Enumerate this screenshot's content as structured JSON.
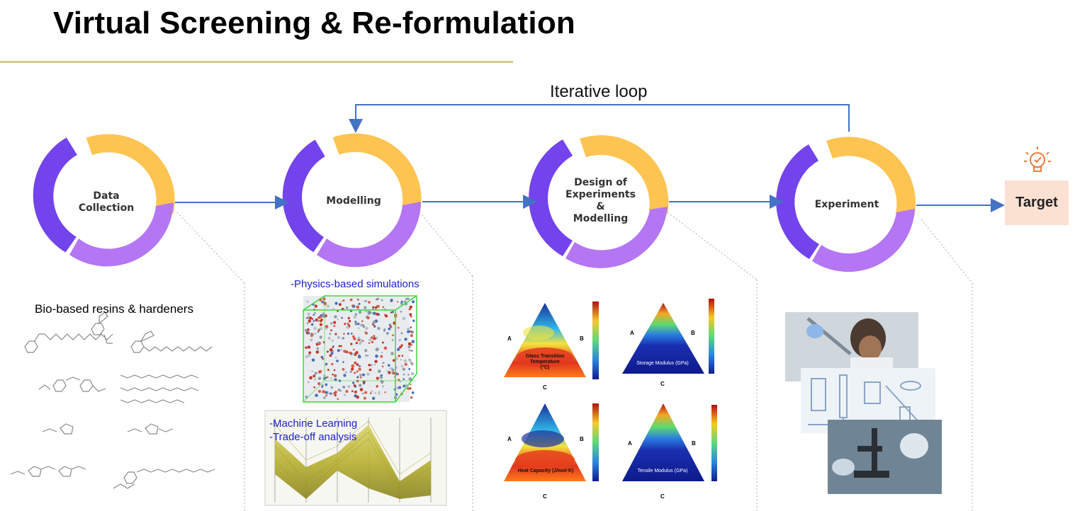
{
  "title": "Virtual Screening & Re-formulation",
  "loop_label": "Iterative loop",
  "stages": [
    {
      "lines": [
        "Data",
        "Collection"
      ]
    },
    {
      "lines": [
        "Modelling"
      ]
    },
    {
      "lines": [
        "Design of",
        "Experiments",
        "&",
        "Modelling"
      ]
    },
    {
      "lines": [
        "Experiment"
      ]
    }
  ],
  "target_label": "Target",
  "panels": {
    "resins_title": "Bio-based resins & hardeners",
    "physics_label": "-Physics-based simulations",
    "ml_label_1": "-Machine Learning",
    "ml_label_2": "-Trade-off analysis"
  },
  "ternary_plots": [
    {
      "label_lines": [
        "Glass Transition",
        "Temperature",
        "(°C)"
      ],
      "vertex_left": "A",
      "vertex_right": "B",
      "vertex_bottom": "C"
    },
    {
      "label_lines": [
        "Storage Modulus (GPa)"
      ],
      "vertex_left": "A",
      "vertex_right": "B",
      "vertex_bottom": "C"
    },
    {
      "label_lines": [
        "Heat Capacity (J/mol·K)"
      ],
      "vertex_left": "A",
      "vertex_right": "B",
      "vertex_bottom": "C"
    },
    {
      "label_lines": [
        "Tensile Modulus (GPa)"
      ],
      "vertex_left": "A",
      "vertex_right": "B",
      "vertex_bottom": "C"
    }
  ],
  "colors": {
    "ring_purple": "#7343ec",
    "ring_lilac": "#b476f3",
    "ring_yellow": "#fdc452",
    "arrow_blue": "#4472c4",
    "target_bg": "#fbe1d2",
    "underline": "#d8c991"
  }
}
